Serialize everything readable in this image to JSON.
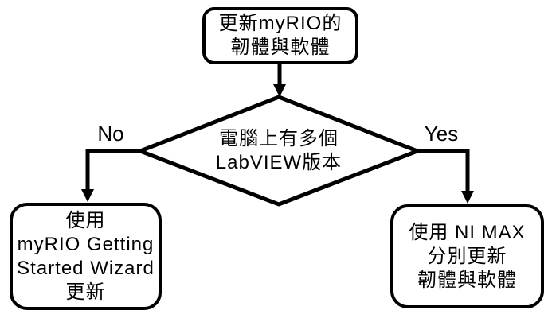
{
  "flowchart": {
    "colors": {
      "stroke": "#000000",
      "background": "#ffffff"
    },
    "nodes": {
      "start": {
        "lines": [
          "更新myRIO的",
          "韌體與軟體"
        ]
      },
      "decision": {
        "lines": [
          "電腦上有多個",
          "LabVIEW版本"
        ]
      },
      "wizard": {
        "lines": [
          "使用",
          "myRIO Getting",
          "Started Wizard",
          "更新"
        ]
      },
      "nimax": {
        "lines": [
          "使用 NI MAX",
          "分別更新",
          "韌體與軟體"
        ]
      }
    },
    "branch_labels": {
      "no": "No",
      "yes": "Yes"
    }
  }
}
